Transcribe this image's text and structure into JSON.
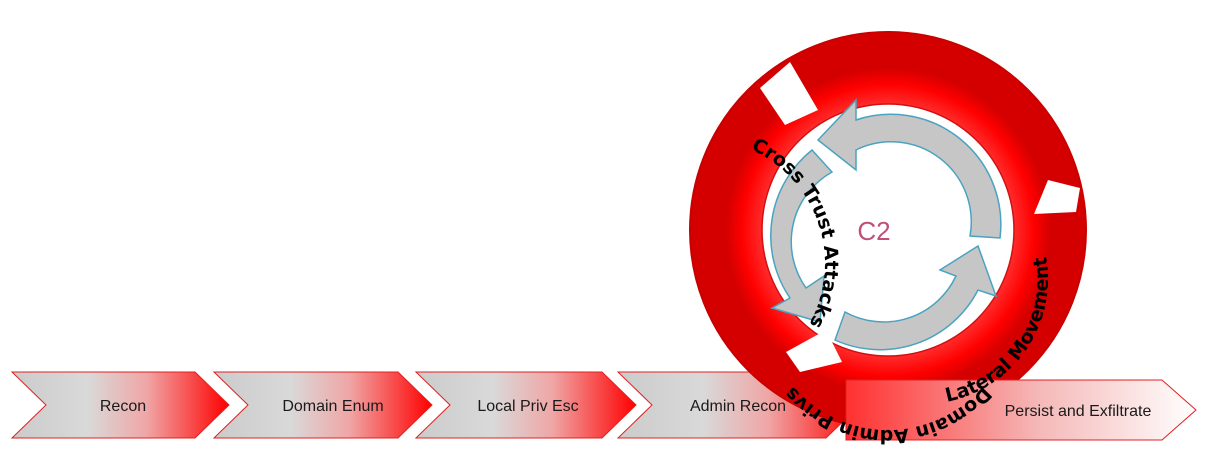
{
  "chain": {
    "steps": [
      {
        "label": "Recon"
      },
      {
        "label": "Domain Enum"
      },
      {
        "label": "Local Priv Esc"
      },
      {
        "label": "Admin Recon"
      }
    ],
    "final": {
      "label": "Persist and Exfiltrate"
    }
  },
  "cycle": {
    "center": "C2",
    "segments": [
      {
        "label": "Domain Admin Privs"
      },
      {
        "label": "Lateral Movement"
      },
      {
        "label": "Cross Trust Attacks"
      }
    ]
  },
  "colors": {
    "red": "#ff0000",
    "dark_red": "#c00000",
    "light_fill": "#c8c8c8",
    "inner_arrow": "#c6c6c6",
    "inner_stroke": "#4aa3c0",
    "center_text": "#c0507a"
  }
}
